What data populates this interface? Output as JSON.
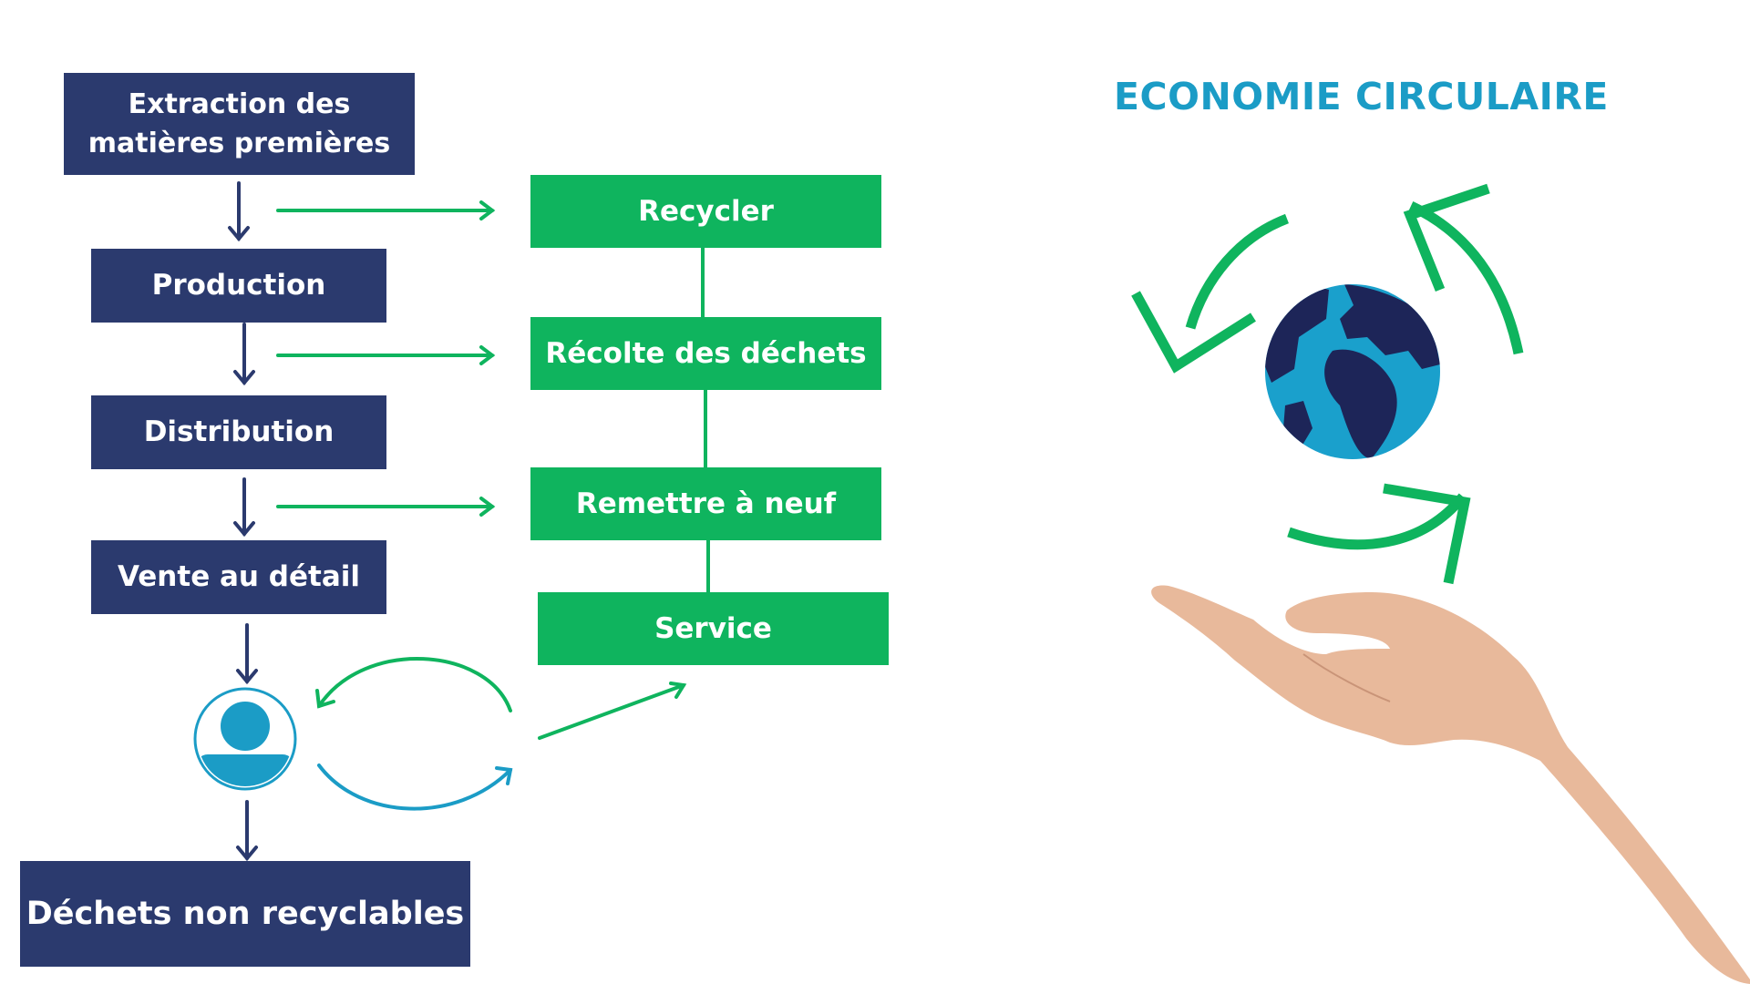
{
  "title": "ECONOMIE CIRCULAIRE",
  "linear_steps": [
    "Extraction des matières premières",
    "Production",
    "Distribution",
    "Vente au détail",
    "Déchets non recyclables"
  ],
  "circular_steps": [
    "Recycler",
    "Récolte des déchets",
    "Remettre à neuf",
    "Service"
  ],
  "icons": {
    "consumer": "person-icon",
    "globe": "earth-globe-icon",
    "hand": "open-hand-icon",
    "cycle": "circular-arrows-icon"
  },
  "colors": {
    "navy": "#2b3a6e",
    "green": "#0fb45e",
    "blue": "#1b9cc6",
    "white": "#ffffff"
  }
}
